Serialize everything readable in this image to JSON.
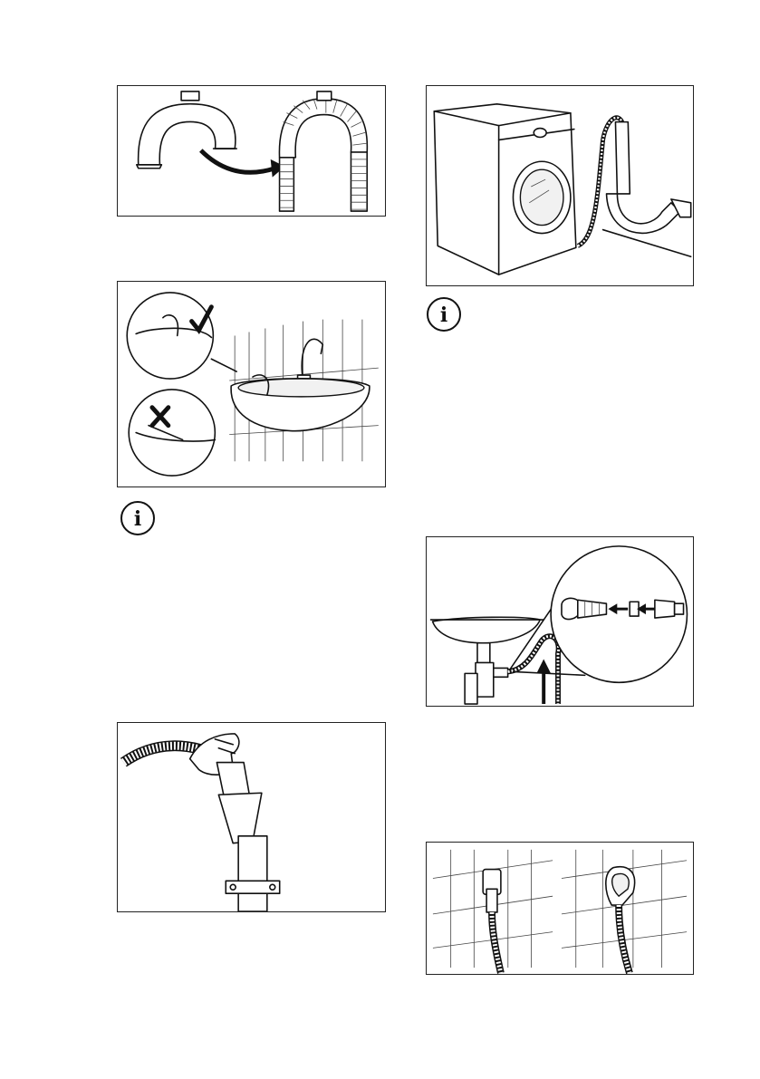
{
  "figures": [
    {
      "id": "hose-u-piece",
      "icon": "u-piece-hose-icon"
    },
    {
      "id": "washing-machine-drain",
      "icon": "washing-machine-icon"
    },
    {
      "id": "sink-hose-placement",
      "icon": "sink-check-cross-icon"
    },
    {
      "id": "sink-trap-connection",
      "icon": "sink-trap-icon"
    },
    {
      "id": "standpipe-insertion",
      "icon": "standpipe-hand-icon"
    },
    {
      "id": "wall-outlets",
      "icon": "wall-outlet-icon"
    }
  ],
  "info_icons": [
    {
      "symbol": "i"
    },
    {
      "symbol": "i"
    }
  ],
  "colors": {
    "line": "#111111",
    "frame": "#222222",
    "background": "#ffffff"
  }
}
